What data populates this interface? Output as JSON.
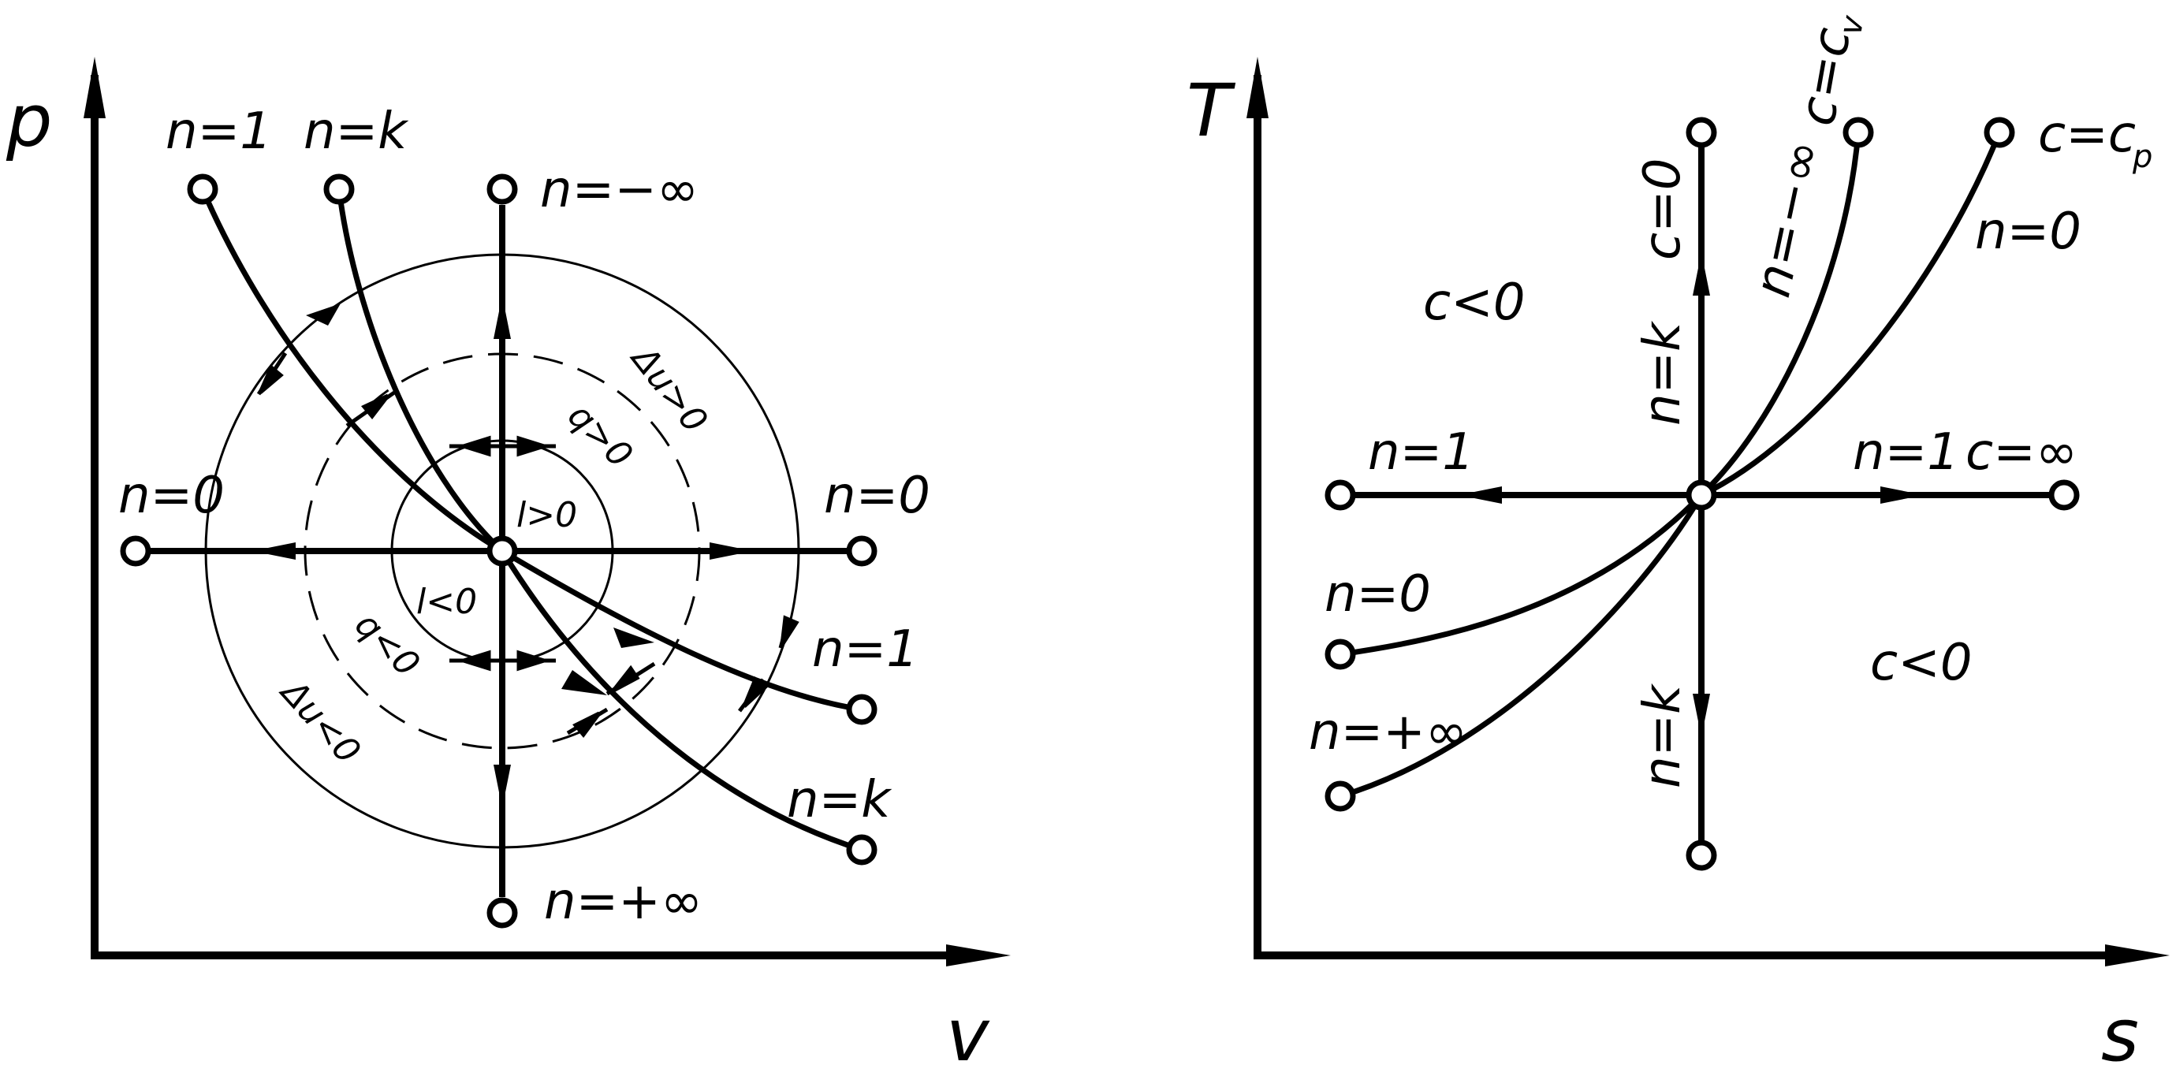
{
  "colors": {
    "ink": "#000000",
    "paper": "#ffffff"
  },
  "pv": {
    "axis_x": "v",
    "axis_y": "p",
    "labels": {
      "n1_top": "n=1",
      "nk_top": "n=k",
      "n_neg_inf": "n=−∞",
      "n0_left": "n=0",
      "n0_right": "n=0",
      "n1_right": "n=1",
      "nk_right": "n=k",
      "n_pos_inf": "n=+∞",
      "du_pos": "Δu>0",
      "q_pos": "q>0",
      "l_pos": "l>0",
      "l_neg": "l<0",
      "q_neg": "q<0",
      "du_neg": "Δu<0"
    }
  },
  "ts": {
    "axis_x": "s",
    "axis_y": "T",
    "labels": {
      "c_cv": "c=c",
      "c_cv_sub": "v",
      "c_cp": "c=c",
      "c_cp_sub": "p",
      "c0": "c=0",
      "n_neg_inf": "n=−∞",
      "n0_top": "n=0",
      "c_neg_left": "c<0",
      "nk_up": "n=k",
      "n1_left": "n=1",
      "n1_right": "n=1",
      "c_inf": "c=∞",
      "n0_left": "n=0",
      "n_pos_inf": "n=+∞",
      "nk_down": "n=k",
      "c_neg_right": "c<0"
    }
  }
}
